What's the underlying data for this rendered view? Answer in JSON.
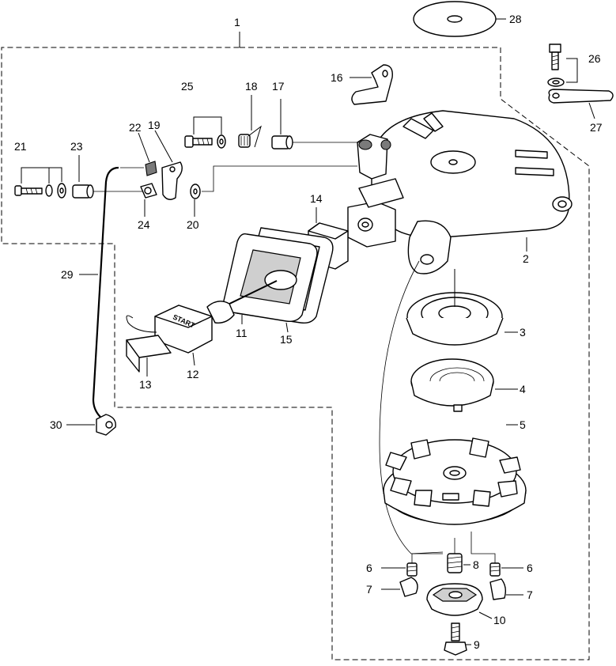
{
  "callouts": [
    {
      "id": "c1",
      "text": "1"
    },
    {
      "id": "c2",
      "text": "2"
    },
    {
      "id": "c3",
      "text": "3"
    },
    {
      "id": "c4",
      "text": "4"
    },
    {
      "id": "c5",
      "text": "5"
    },
    {
      "id": "c6a",
      "text": "6"
    },
    {
      "id": "c6b",
      "text": "6"
    },
    {
      "id": "c7a",
      "text": "7"
    },
    {
      "id": "c7b",
      "text": "7"
    },
    {
      "id": "c8",
      "text": "8"
    },
    {
      "id": "c9",
      "text": "9"
    },
    {
      "id": "c10",
      "text": "10"
    },
    {
      "id": "c11",
      "text": "11"
    },
    {
      "id": "c12",
      "text": "12"
    },
    {
      "id": "c13",
      "text": "13"
    },
    {
      "id": "c14",
      "text": "14"
    },
    {
      "id": "c15",
      "text": "15"
    },
    {
      "id": "c16",
      "text": "16"
    },
    {
      "id": "c17",
      "text": "17"
    },
    {
      "id": "c18",
      "text": "18"
    },
    {
      "id": "c19",
      "text": "19"
    },
    {
      "id": "c20",
      "text": "20"
    },
    {
      "id": "c21",
      "text": "21"
    },
    {
      "id": "c22",
      "text": "22"
    },
    {
      "id": "c23",
      "text": "23"
    },
    {
      "id": "c24",
      "text": "24"
    },
    {
      "id": "c25",
      "text": "25"
    },
    {
      "id": "c26",
      "text": "26"
    },
    {
      "id": "c27",
      "text": "27"
    },
    {
      "id": "c28",
      "text": "28"
    },
    {
      "id": "c29",
      "text": "29"
    },
    {
      "id": "c30",
      "text": "30"
    }
  ],
  "handle_lettering": "START"
}
